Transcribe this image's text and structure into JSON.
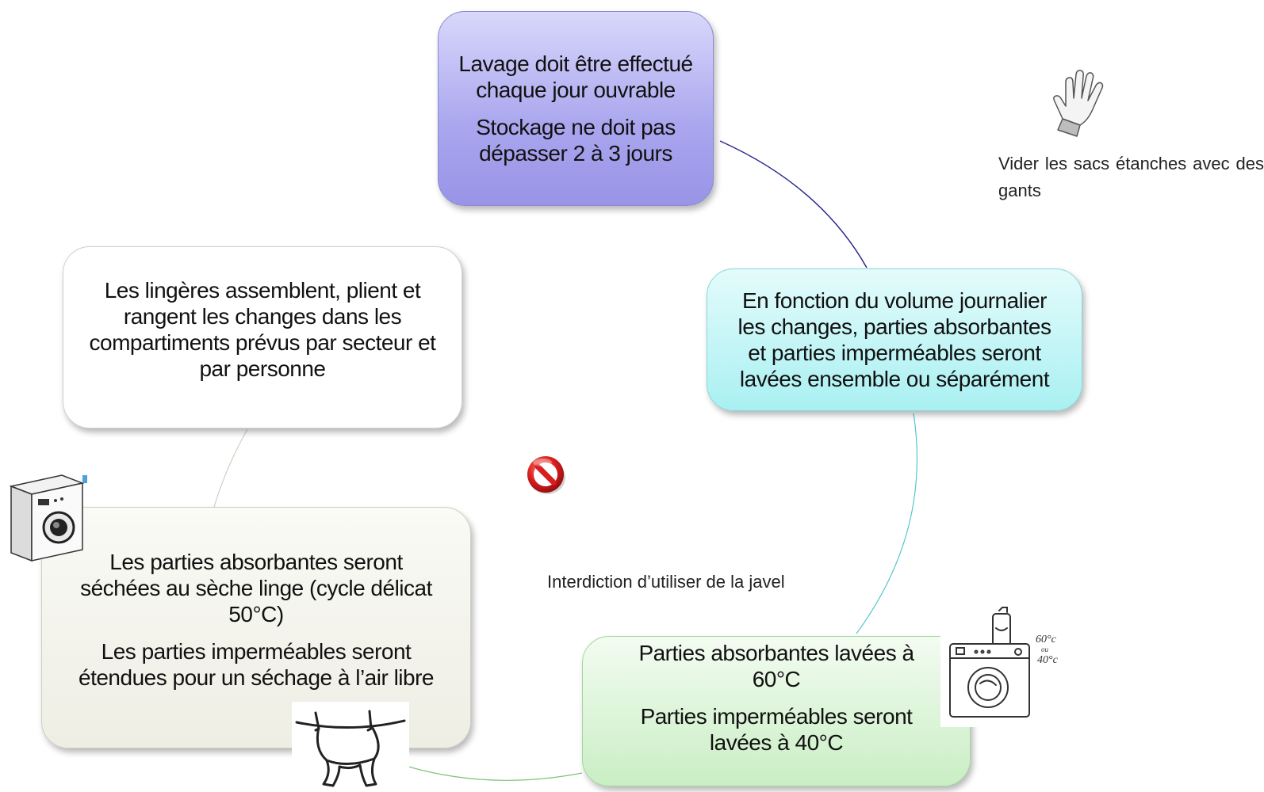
{
  "nodes": {
    "top": {
      "line1": "Lavage doit être effectué chaque jour ouvrable",
      "line2": "Stockage ne doit pas dépasser 2 à 3 jours"
    },
    "right": {
      "text": "En fonction du volume journalier les changes, parties absorbantes et parties imperméables seront lavées ensemble ou séparément"
    },
    "bottom": {
      "line1": "Parties absorbantes lavées à 60°C",
      "line2": "Parties imperméables seront lavées à 40°C"
    },
    "left_bottom": {
      "line1": "Les parties absorbantes seront séchées au sèche linge (cycle délicat 50°C)",
      "line2": "Les parties imperméables seront étendues pour un séchage  à l’air libre"
    },
    "left_top": {
      "text": "Les lingères assemblent, plient  et rangent les changes dans les compartiments prévus par secteur et par personne"
    }
  },
  "notes": {
    "gants": "Vider les sacs étanches avec des gants",
    "javel": "Interdiction d’utiliser de la javel"
  },
  "washer_labels": {
    "temp_60": "60°c",
    "ou": "ou",
    "temp_40": "40°c"
  },
  "icons": {
    "glove": "glove-icon",
    "forbidden": "forbidden-icon",
    "dryer": "dryer-icon",
    "washer": "washing-machine-icon",
    "clothesline": "diaper-clothesline-icon"
  },
  "colors": {
    "top_node": "#a9a5ee",
    "right_node": "#a9f0f2",
    "bottom_node": "#c9eec4",
    "left_bottom_node": "#eeeee4",
    "left_top_node": "#ffffff",
    "forbidden_red": "#d81e1e"
  }
}
